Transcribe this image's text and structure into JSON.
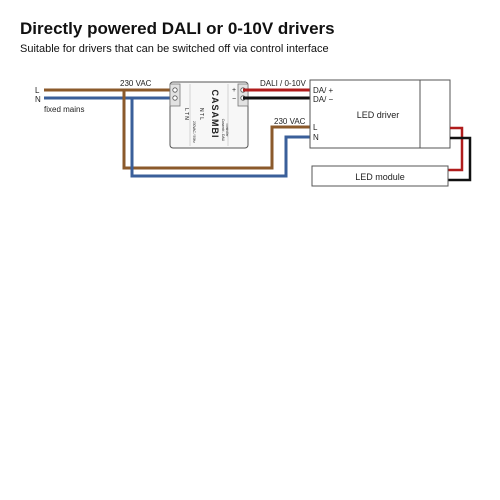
{
  "header": {
    "title": "Directly powered DALI or 0-10V drivers",
    "subtitle": "Suitable for drivers that can be switched off via control interface"
  },
  "mains": {
    "line_label": "L",
    "neutral_label": "N",
    "caption": "fixed mains",
    "voltage_label": "230 VAC"
  },
  "controller": {
    "brand": "CASAMBI",
    "left_terminals": "L  T  N",
    "right_terminals": "N  T  L",
    "small_text_1": "230VAC / 50Hz",
    "small_text_2": "Casambi - DALI",
    "small_text_3": "controller",
    "plus_sign": "+",
    "minus_sign": "−"
  },
  "control_wiring": {
    "label": "DALI / 0-10V"
  },
  "led_driver": {
    "label": "LED driver",
    "da_plus": "DA/  +",
    "da_minus": "DA/  −",
    "supply_label": "230 VAC",
    "terminal_l": "L",
    "terminal_n": "N"
  },
  "led_module": {
    "label": "LED module"
  },
  "colors": {
    "line_wire": "#8b5a2b",
    "neutral_wire": "#3a5f9a",
    "dali_plus_wire": "#b01c1c",
    "dali_minus_wire": "#111111",
    "outline": "#555555"
  }
}
